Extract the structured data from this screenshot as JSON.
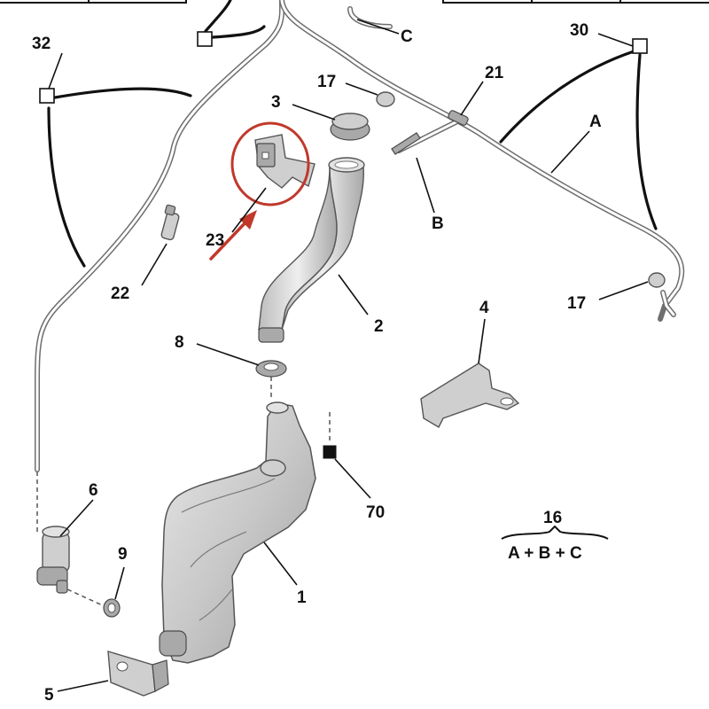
{
  "callouts": {
    "c32": "32",
    "c3": "3",
    "c17a": "17",
    "c21": "21",
    "c30": "30",
    "cC": "C",
    "cA": "A",
    "cB": "B",
    "c23": "23",
    "c22": "22",
    "c2": "2",
    "c17b": "17",
    "c4": "4",
    "c8": "8",
    "c70": "70",
    "c6": "6",
    "c9": "9",
    "c1": "1",
    "c5": "5"
  },
  "kit": {
    "number": "16",
    "formula": "A + B + C"
  },
  "highlight": {
    "ring_color": "#c0392b",
    "arrow_color": "#c0392b"
  }
}
